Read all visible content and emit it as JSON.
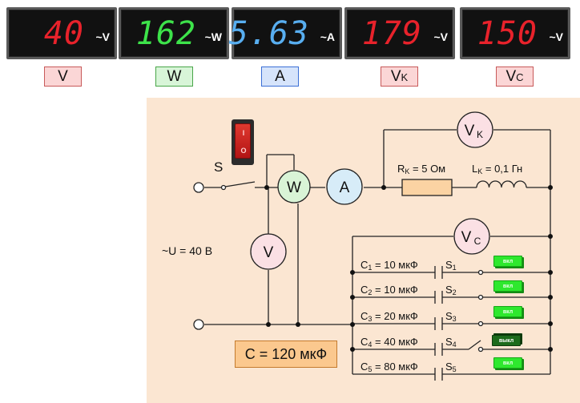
{
  "meters": [
    {
      "value": "40",
      "unit": "~V",
      "color": "#e8222b",
      "label": "V"
    },
    {
      "value": "162",
      "unit": "~W",
      "color": "#3de34a",
      "label": "W"
    },
    {
      "value": "5.63",
      "unit": "~A",
      "color": "#58aef0",
      "label": "A"
    },
    {
      "value": "179",
      "unit": "~V",
      "color": "#e8222b",
      "label": "VK"
    },
    {
      "value": "150",
      "unit": "~V",
      "color": "#e8222b",
      "label": "VC"
    }
  ],
  "circuit": {
    "switch_label": "S",
    "source_label": "~U = 40 В",
    "wattmeter": "W",
    "ammeter": "A",
    "voltmeter": "V",
    "vk_main": "V",
    "vk_sub": "K",
    "vc_main": "V",
    "vc_sub": "C",
    "rk_main": "R",
    "rk_sub": "K",
    "rk_rest": " = 5 Ом",
    "lk_main": "L",
    "lk_sub": "K",
    "lk_rest": " = 0,1 Гн",
    "switch_glyph_top": "I",
    "switch_glyph_bottom": "O",
    "capacitors": [
      {
        "c": "C",
        "n": "1",
        "value": " = 10 мкФ",
        "s": "S",
        "sn": "1",
        "state": "вкл",
        "on": true
      },
      {
        "c": "C",
        "n": "2",
        "value": " = 10 мкФ",
        "s": "S",
        "sn": "2",
        "state": "вкл",
        "on": true
      },
      {
        "c": "C",
        "n": "3",
        "value": " = 20 мкФ",
        "s": "S",
        "sn": "3",
        "state": "вкл",
        "on": true
      },
      {
        "c": "C",
        "n": "4",
        "value": " = 40 мкФ",
        "s": "S",
        "sn": "4",
        "state": "выкл",
        "on": false
      },
      {
        "c": "C",
        "n": "5",
        "value": " = 80 мкФ",
        "s": "S",
        "sn": "5",
        "state": "вкл",
        "on": true
      }
    ],
    "total_capacitance": "C = 120 мкФ"
  }
}
